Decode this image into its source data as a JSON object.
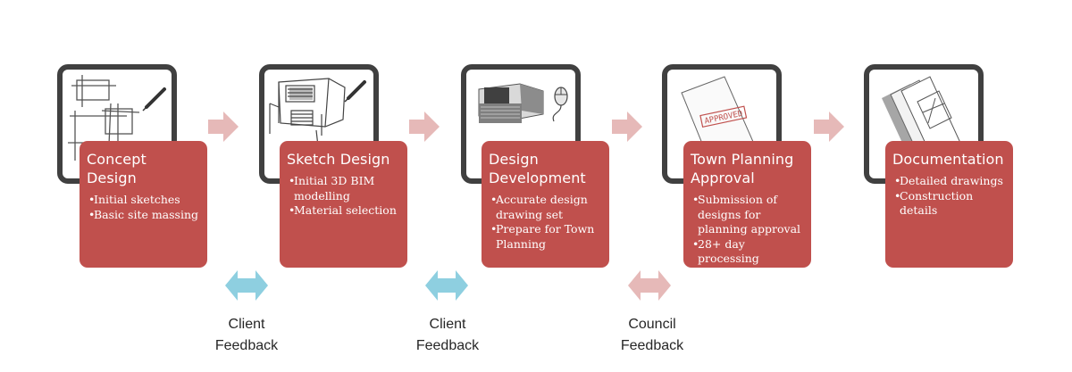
{
  "colors": {
    "card_red": "#c0504d",
    "frame_dark": "#404040",
    "step_arrow_pink": "#e6b9b8",
    "client_arrow_blue": "#8ecfe0",
    "council_arrow_pink": "#e6b9b8"
  },
  "stages": [
    {
      "title": "Concept Design",
      "bullets": [
        "Initial sketches",
        "Basic site massing"
      ],
      "icon": "concept-sketch-icon"
    },
    {
      "title": "Sketch Design",
      "bullets": [
        "Initial  3D BIM modelling",
        "Material selection"
      ],
      "icon": "sketch-model-icon"
    },
    {
      "title": "Design Development",
      "bullets": [
        "Accurate design drawing set",
        "Prepare for Town Planning"
      ],
      "icon": "computer-model-icon"
    },
    {
      "title": "Town Planning Approval",
      "bullets": [
        "Submission of designs for planning approval",
        "28+ day processing"
      ],
      "icon": "approved-stamp-icon",
      "stamp_text": "APPROVED"
    },
    {
      "title": "Documentation",
      "bullets": [
        "Detailed drawings",
        "Construction details"
      ],
      "icon": "drawing-set-icon"
    }
  ],
  "feedback": [
    {
      "line1": "Client",
      "line2": "Feedback",
      "color": "#8ecfe0"
    },
    {
      "line1": "Client",
      "line2": "Feedback",
      "color": "#8ecfe0"
    },
    {
      "line1": "Council",
      "line2": "Feedback",
      "color": "#e6b9b8"
    }
  ]
}
